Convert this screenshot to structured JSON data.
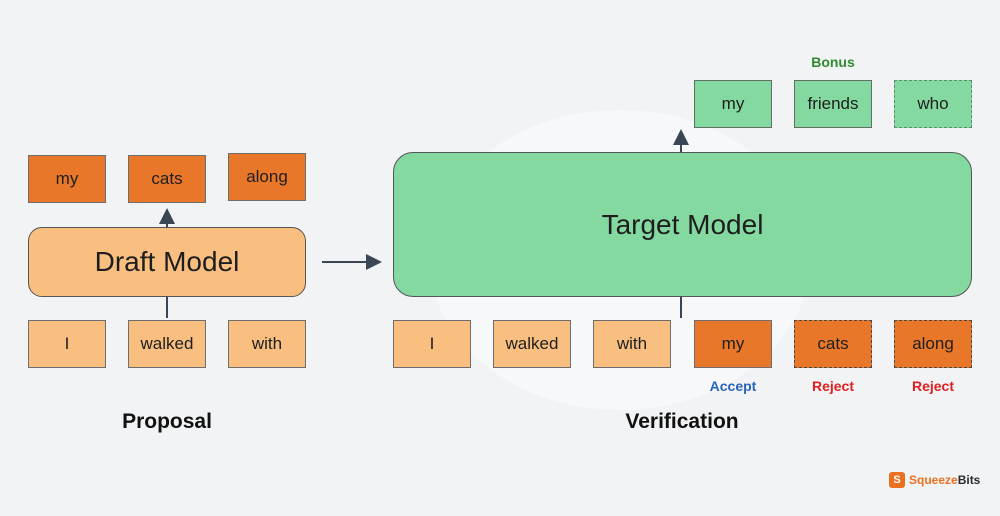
{
  "proposal": {
    "label": "Proposal",
    "inputs": [
      "I",
      "walked",
      "with"
    ],
    "model_label": "Draft Model",
    "outputs": [
      "my",
      "cats",
      "along"
    ]
  },
  "verification": {
    "label": "Verification",
    "inputs": [
      "I",
      "walked",
      "with"
    ],
    "candidates": [
      "my",
      "cats",
      "along"
    ],
    "statuses": [
      "Accept",
      "Reject",
      "Reject"
    ],
    "model_label": "Target Model",
    "outputs": [
      "my",
      "friends",
      "who"
    ],
    "bonus_label": "Bonus"
  },
  "brand": {
    "part1": "Squeeze",
    "part2": "Bits"
  },
  "colors": {
    "light_orange": "#f9bf80",
    "orange": "#e9772a",
    "green": "#83d9a0",
    "accept": "#2a64b8",
    "reject": "#e02020",
    "bonus": "#2f8a2f"
  }
}
